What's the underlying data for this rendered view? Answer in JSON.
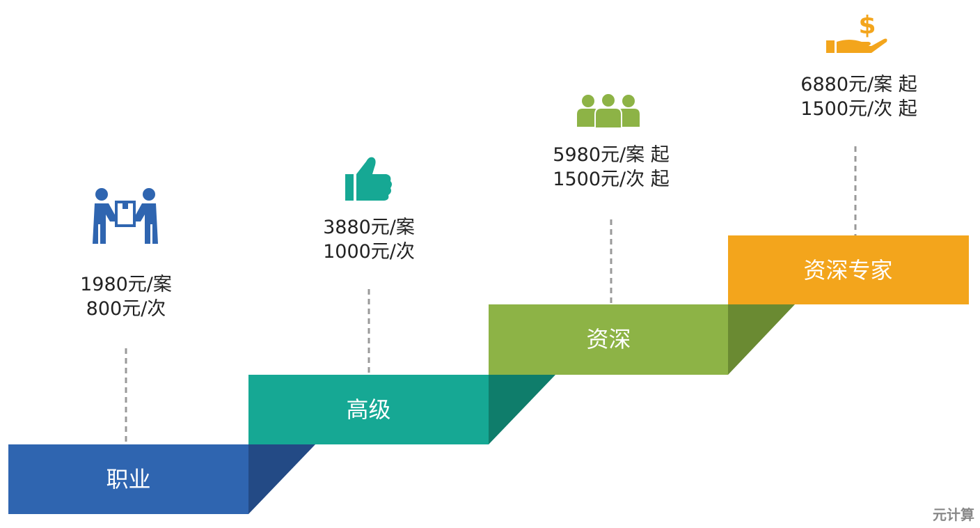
{
  "tiers": [
    {
      "name": "职业",
      "price_case": "1980元/案",
      "price_session": "800元/次",
      "icon": "people-carrying-box-icon",
      "color": "#2f65b0",
      "shade": "#234a85"
    },
    {
      "name": "高级",
      "price_case": "3880元/案",
      "price_session": "1000元/次",
      "icon": "thumbs-up-icon",
      "color": "#16a894",
      "shade": "#0f7d6b"
    },
    {
      "name": "资深",
      "price_case": "5980元/案 起",
      "price_session": "1500元/次 起",
      "icon": "group-people-icon",
      "color": "#8db346",
      "shade": "#6a8a32"
    },
    {
      "name": "资深专家",
      "price_case": "6880元/案 起",
      "price_session": "1500元/次 起",
      "icon": "hand-dollar-icon",
      "color": "#f3a51c",
      "shade": "#f3a51c"
    }
  ],
  "watermark": "元计算"
}
